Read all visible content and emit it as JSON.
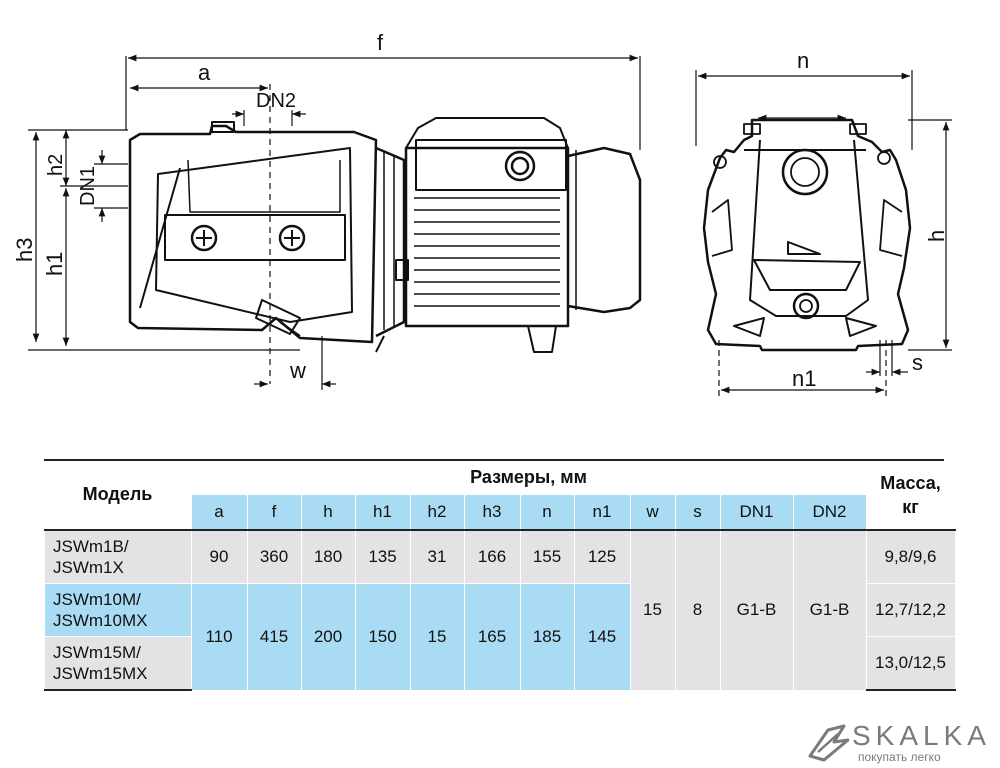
{
  "drawing": {
    "labels": {
      "f": "f",
      "a": "a",
      "dn2": "DN2",
      "h2": "h2",
      "dn1": "DN1",
      "h3": "h3",
      "h1": "h1",
      "w": "w",
      "n": "n",
      "h": "h",
      "n1": "n1",
      "s": "s"
    }
  },
  "table": {
    "model_header": "Модель",
    "dims_header": "Размеры, мм",
    "mass_header_line1": "Масса,",
    "mass_header_line2": "кг",
    "columns": [
      "a",
      "f",
      "h",
      "h1",
      "h2",
      "h3",
      "n",
      "n1",
      "w",
      "s",
      "DN1",
      "DN2"
    ],
    "rows": [
      {
        "model_line1": "JSWm1B/",
        "model_line2": "JSWm1X",
        "values": [
          "90",
          "360",
          "180",
          "135",
          "31",
          "166",
          "155",
          "125"
        ],
        "mass": "9,8/9,6"
      },
      {
        "model_line1": "JSWm10M/",
        "model_line2": "JSWm10MX",
        "mass": "12,7/12,2"
      },
      {
        "model_line1": "JSWm15M/",
        "model_line2": "JSWm15MX",
        "mass": "13,0/12,5"
      }
    ],
    "shared_values_rows_2_3": [
      "110",
      "415",
      "200",
      "150",
      "15",
      "165",
      "185",
      "145"
    ],
    "shared_all_rows": {
      "w": "15",
      "s": "8",
      "DN1": "G1-B",
      "DN2": "G1-B"
    }
  },
  "logo": {
    "name": "SKALKA",
    "tagline": "покупать легко"
  },
  "colors": {
    "table_blue": "#a9dcf4",
    "table_grey": "#e3e3e5",
    "outline": "#111111"
  }
}
